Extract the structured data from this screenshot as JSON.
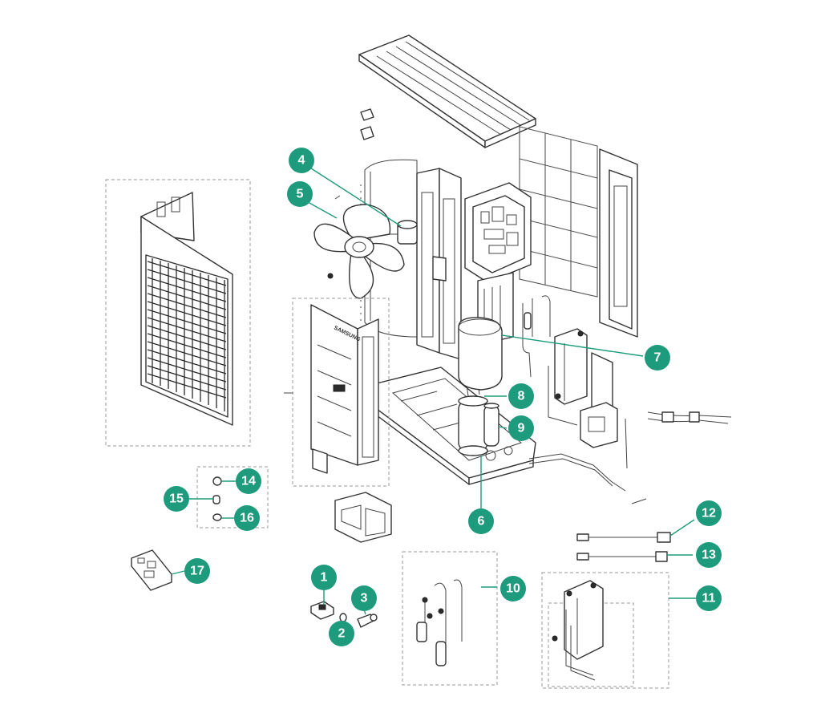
{
  "accent_color": "#1e9b7c",
  "brand_text": "SAMSUNG",
  "callouts": [
    {
      "id": "1",
      "label": "1"
    },
    {
      "id": "2",
      "label": "2"
    },
    {
      "id": "3",
      "label": "3"
    },
    {
      "id": "4",
      "label": "4"
    },
    {
      "id": "5",
      "label": "5"
    },
    {
      "id": "6",
      "label": "6"
    },
    {
      "id": "7",
      "label": "7"
    },
    {
      "id": "8",
      "label": "8"
    },
    {
      "id": "9",
      "label": "9"
    },
    {
      "id": "10",
      "label": "10"
    },
    {
      "id": "11",
      "label": "11"
    },
    {
      "id": "12",
      "label": "12"
    },
    {
      "id": "13",
      "label": "13"
    },
    {
      "id": "14",
      "label": "14"
    },
    {
      "id": "15",
      "label": "15"
    },
    {
      "id": "16",
      "label": "16"
    },
    {
      "id": "17",
      "label": "17"
    }
  ]
}
